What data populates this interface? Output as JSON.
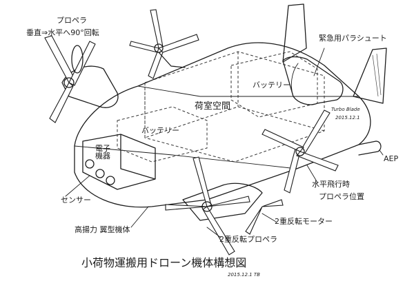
{
  "labels": {
    "propeller_rotation_1": "プロペラ",
    "propeller_rotation_2": "垂直⇒水平へ90°回転",
    "emergency_parachute": "緊急用パラシュート",
    "battery_right": "バッテリー",
    "cargo_room": "荷室空間",
    "battery_center": "バッテリー",
    "electronics": "電子\n機器",
    "sensor": "センサー",
    "high_lift_body": "高揚力 翼型機体",
    "contra_prop": "2重反転プロペラ",
    "contra_motor": "2重反転モーター",
    "horizontal_flight_1": "水平飛行時",
    "horizontal_flight_2": "プロペラ位置",
    "aep": "AEP",
    "tb_sign": "Turbo Blade",
    "tb_date": "2015.12.1",
    "title": "小荷物運搬用ドローン機体構想図",
    "footer_date": "2015.12.1 TB"
  }
}
